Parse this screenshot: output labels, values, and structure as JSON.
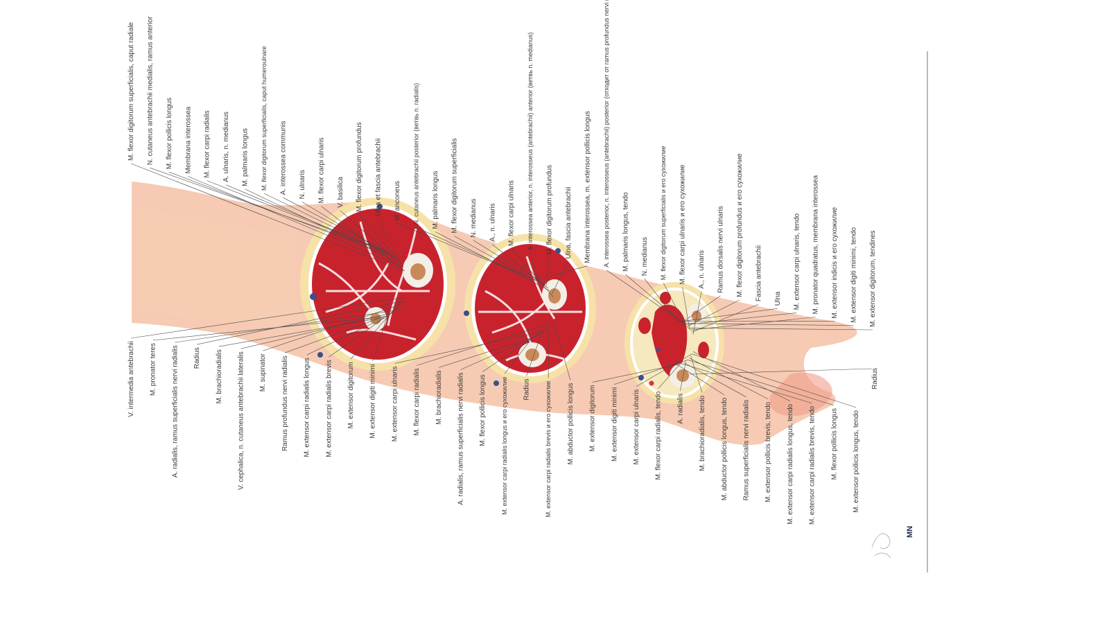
{
  "colors": {
    "muscle": "#c8232d",
    "muscle_dark": "#9c1b22",
    "skin": "#f3b89a",
    "fat": "#f6e2a8",
    "fascia": "#ffffff",
    "bone_outer": "#f4efe6",
    "bone_inner": "#c98a5a",
    "vessel_vein": "#3b4f8a",
    "vessel_artery": "#d8343a",
    "leader_line": "#4a4a4a",
    "label_text": "#3a3a3a"
  },
  "labels_top": [
    "M. flexor digitorum superficialis, caput radiale",
    "N. cutaneus antebrachii medialis, ramus anterior",
    "M. flexor pollicis longus",
    "Membrana interossea",
    "M. flexor carpi radialis",
    "A. ulnaris, n. medianus",
    "M. palmaris longus",
    "M. flexor digitorum superficialis, caput humeroulnare",
    "A. interossea communis",
    "N. ulnaris",
    "M. flexor carpi ulnaris",
    "V. basilica",
    "M. flexor digitorum profundus",
    "Ulna et fascia antebrachii",
    "M. anconeus",
    "N. cutaneus antebrachii posterior (ветвь n. radialis)",
    "M. palmaris longus",
    "M. flexor digitorum superficialis",
    "N. medianus",
    "A., n. ulnaris",
    "M. flexor carpi ulnaris",
    "A. interossea anterior, n. interosseus (antebrachii) anterior (ветвь n. medianus)",
    "M. flexor digitorum profundus",
    "Ulna, fascia antebrachii",
    "Membrana interossea, m. extensor pollicis longus",
    "A. interossea posterior, n. interosseus (antebrachii) posterior (отходит от ramus profundus nervi radialis)",
    "M. palmaris longus, tendo",
    "N. medianus",
    "M. flexor digitorum superficialis и его сухожилие",
    "M. flexor carpi ulnaris и его сухожилие",
    "A., n. ulnaris",
    "Ramus dorsalis nervi ulnaris",
    "M. flexor digitorum profundus и его сухожилие",
    "Fascia antebrachii",
    "Ulna",
    "M. extensor carpi ulnaris, tendo",
    "M. pronator quadratus, membrana interossea",
    "M. extensor indicis и его сухожилие",
    "M. extensor digiti minimi, tendo",
    "M. extensor digitorum, tendines"
  ],
  "labels_bottom": [
    "V. intermedia antebrachii",
    "M. pronator teres",
    "A. radialis, ramus superficialis nervi radialis",
    "Radius",
    "M. brachioradialis",
    "V. cephalica, n. cutaneus antebrachii lateralis",
    "M. supinator",
    "Ramus profundus nervi radialis",
    "M. extensor carpi radialis longus",
    "M. extensor carpi radialis brevis",
    "M. extensor digitorum",
    "M. extensor digiti minimi",
    "M. extensor carpi ulnaris",
    "M. flexor carpi radialis",
    "M. brachioradialis",
    "A. radialis, ramus superficialis nervi radialis",
    "M. flexor pollicis longus",
    "M. extensor carpi radialis longus и его сухожилие",
    "Radius",
    "M. extensor carpi radialis brevis и его сухожилие",
    "M. abductor pollicis longus",
    "M. extensor digitorum",
    "M. extensor digiti minimi",
    "M. extensor carpi ulnaris",
    "M. flexor carpi radialis, tendo",
    "A. radialis",
    "M. brachioradialis, tendo",
    "M. abductor pollicis longus, tendo",
    "Ramus superficialis nervi radialis",
    "M. extensor pollicis brevis, tendo",
    "M. extensor carpi radialis longus, tendo",
    "M. extensor carpi radialis brevis, tendo",
    "M. flexor pollicis longus",
    "M. extensor pollicis longus, tendo"
  ],
  "label_right_side": "Radius",
  "edge_mark": "МN"
}
